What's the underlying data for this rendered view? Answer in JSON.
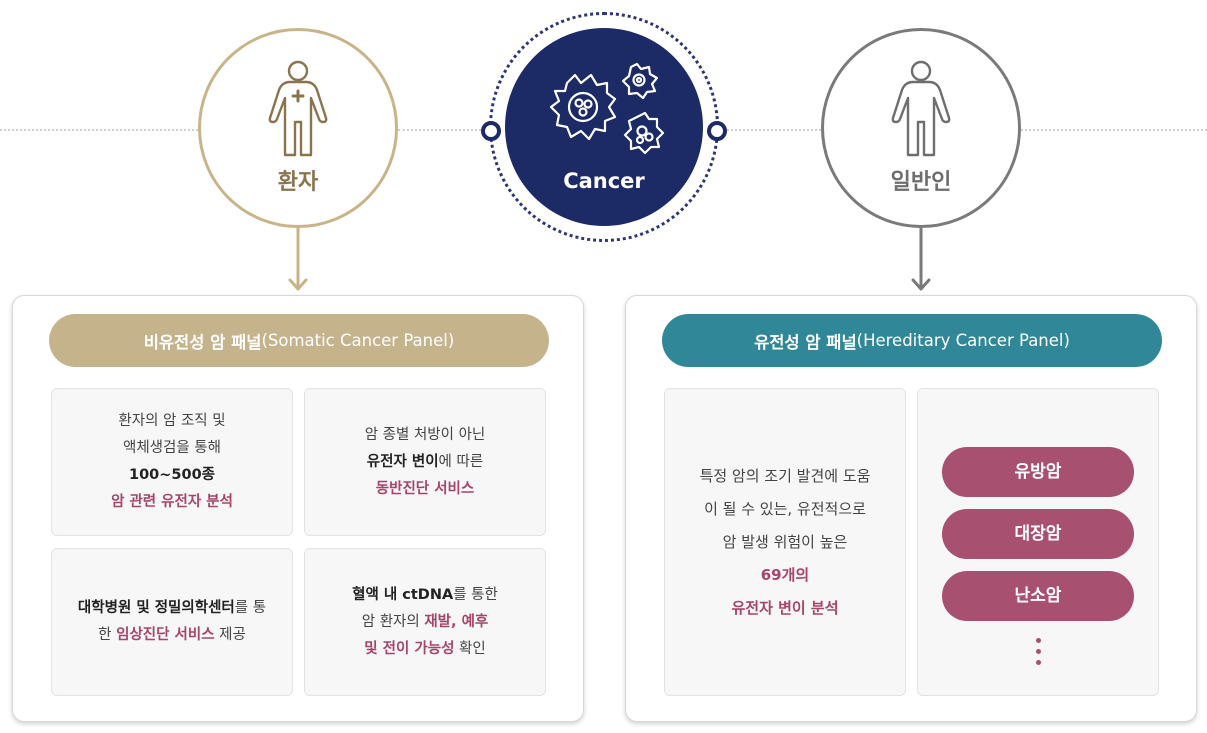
{
  "circles": {
    "patient": {
      "label": "환자",
      "icon": "patient-person-icon",
      "color": "#c9b48a"
    },
    "cancer": {
      "label": "Cancer",
      "icon": "cancer-cells-icon",
      "color": "#1c2a66"
    },
    "general": {
      "label": "일반인",
      "icon": "person-icon",
      "color": "#7a7a7a"
    }
  },
  "left_panel": {
    "title_bold": "비유전성 암 패널",
    "title_sub": "(Somatic Cancer Panel)",
    "color": "#c5b38c",
    "box1": {
      "l1": "환자의 암 조직 및",
      "l2": "액체생검을 통해",
      "l3": "100~500종",
      "l4": "암 관련 유전자 분석"
    },
    "box2": {
      "l1": "암 종별 처방이 아닌",
      "l2a": "유전자 변이",
      "l2b": "에 따른",
      "l3": "동반진단 서비스"
    },
    "box3": {
      "l1a": "대학병원 및 정밀의학센터",
      "l1b": "를 통",
      "l2a": "한 ",
      "l2b": "임상진단 서비스",
      "l2c": " 제공"
    },
    "box4": {
      "l1a": "혈액 내 ctDNA",
      "l1b": "를 통한",
      "l2a": "암 환자의 ",
      "l2b": "재발, 예후",
      "l3a": "및 전이 가능성",
      "l3b": " 확인"
    }
  },
  "right_panel": {
    "title_bold": "유전성 암 패널",
    "title_sub": "(Hereditary Cancer Panel)",
    "color": "#2f8798",
    "text": {
      "l1": "특정 암의 조기 발견에 도움",
      "l2": "이 될 수 있는, 유전적으로",
      "l3": "암 발생 위험이 높은",
      "l4": "69개의",
      "l5": "유전자 변이 분석"
    },
    "cancers": [
      "유방암",
      "대장암",
      "난소암"
    ],
    "button_color": "#a8506f"
  }
}
